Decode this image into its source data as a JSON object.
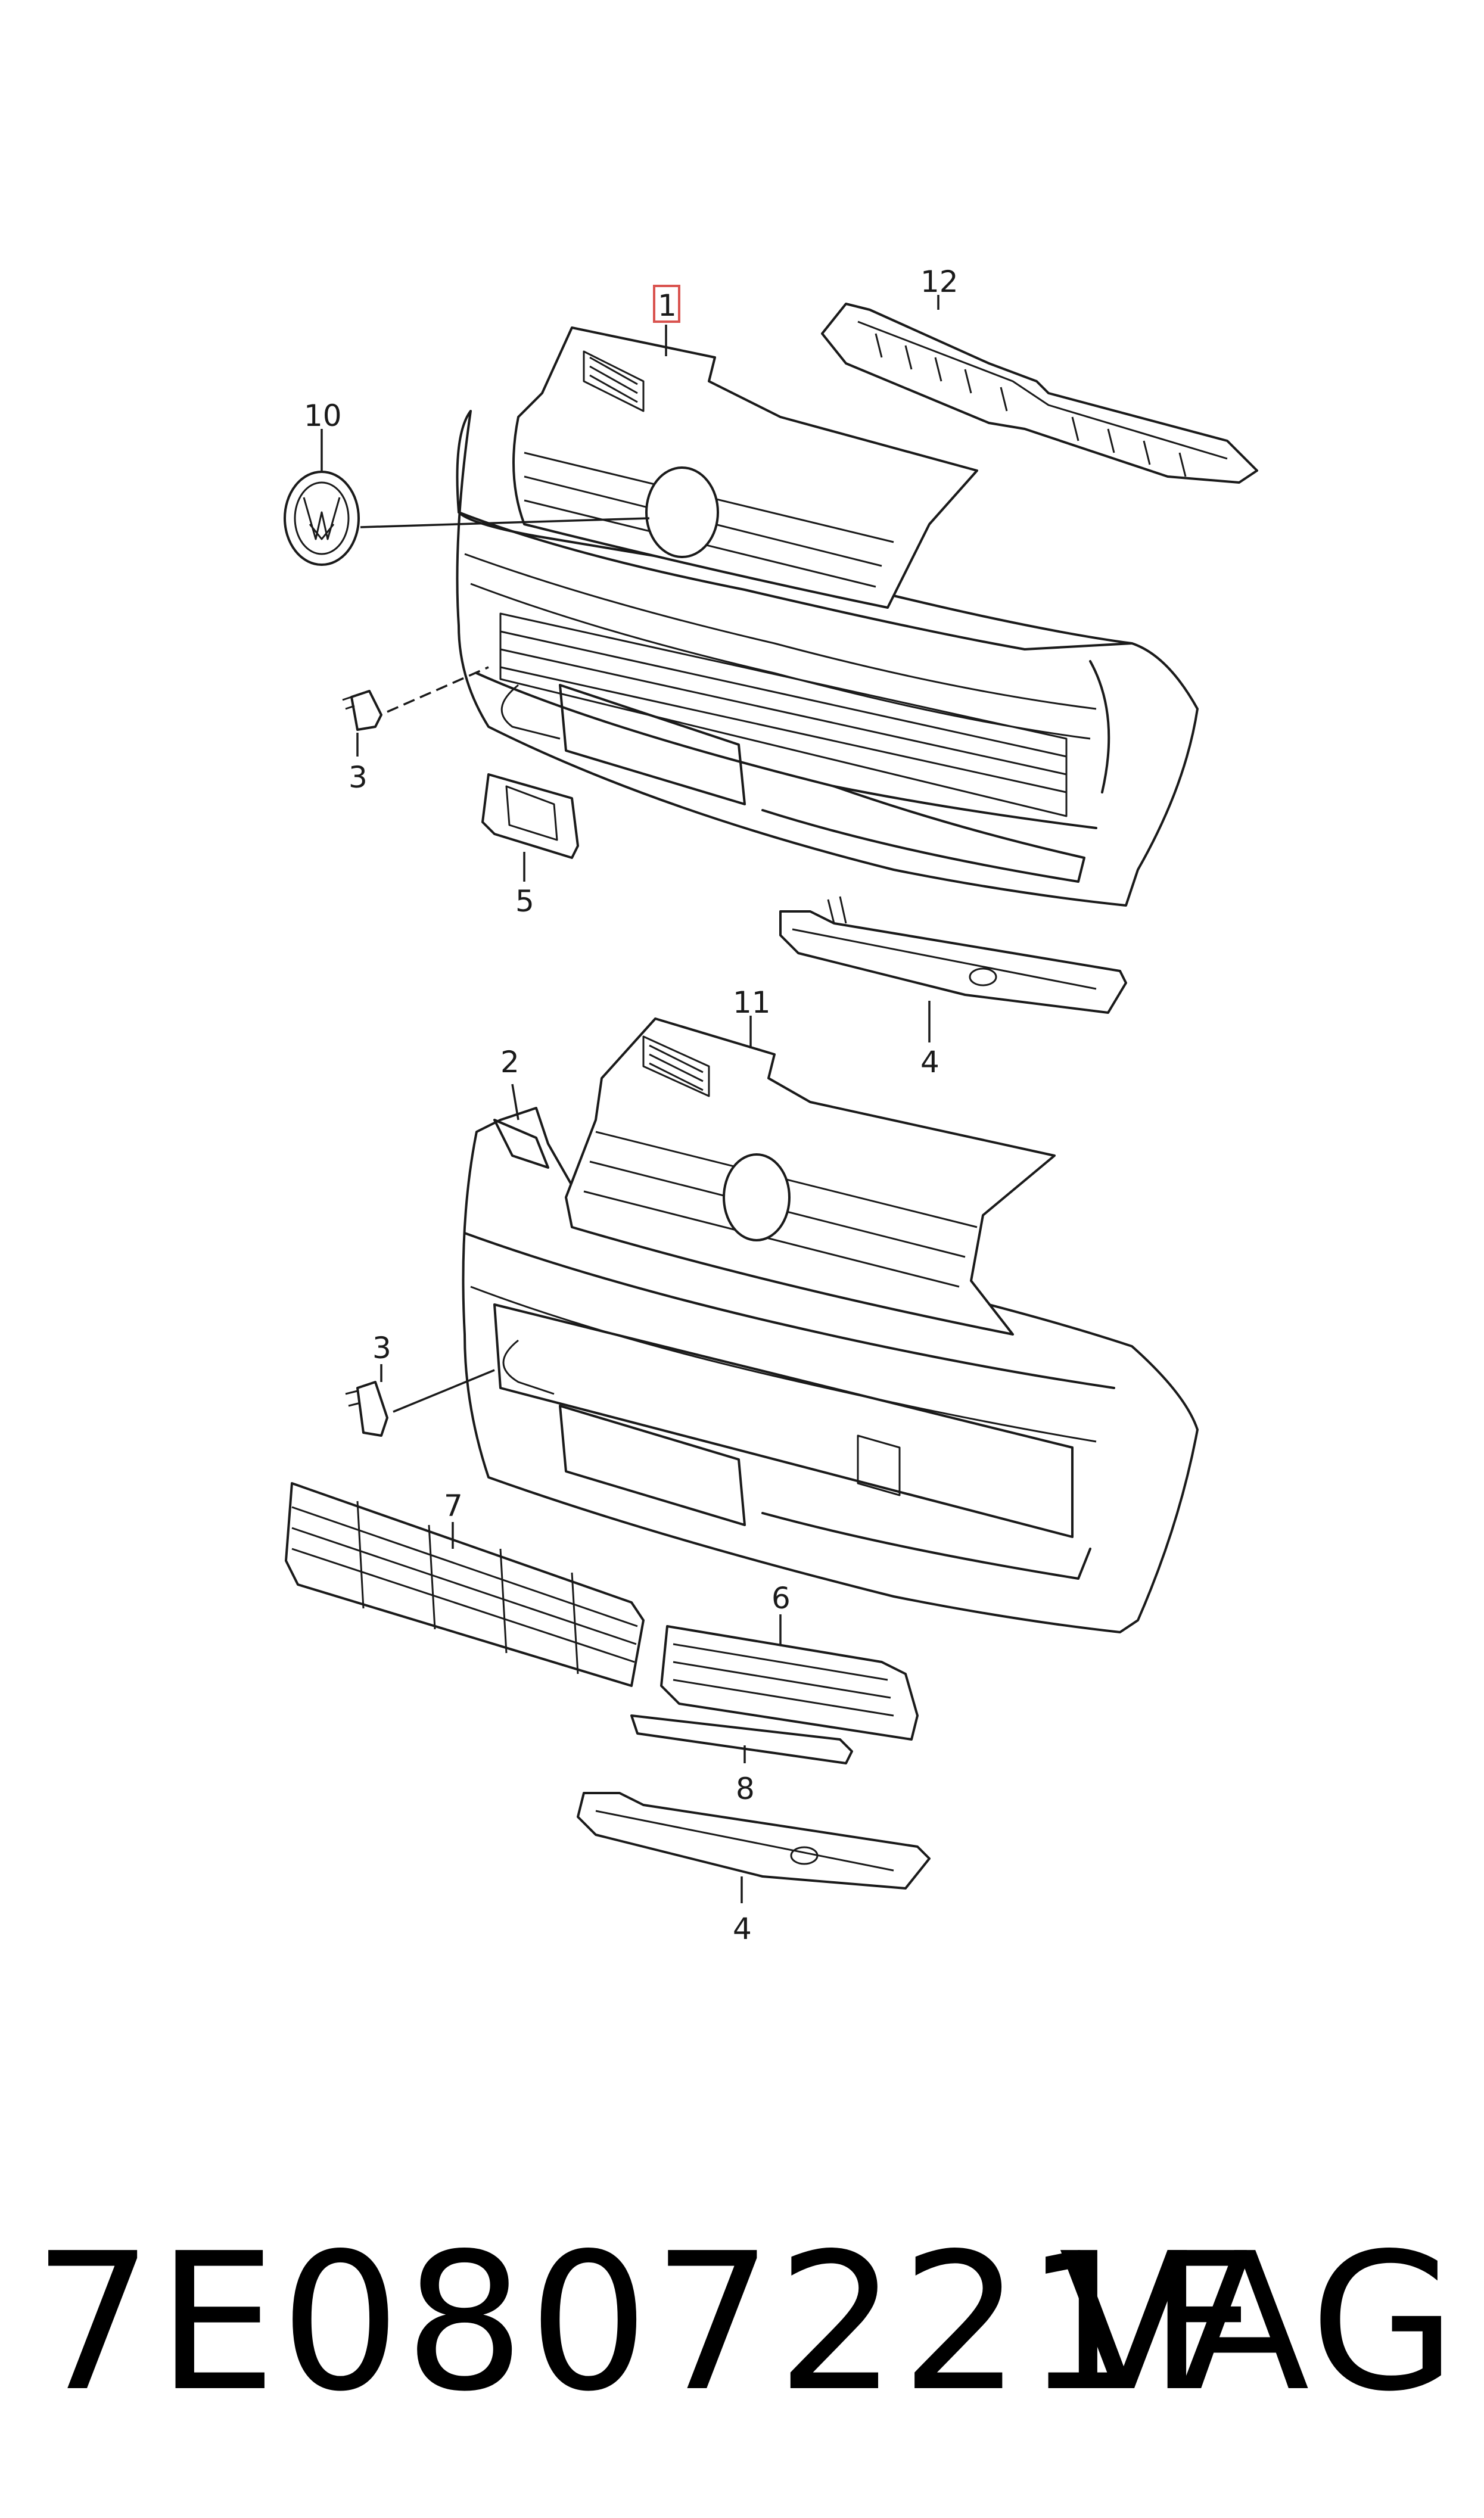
{
  "diagram": {
    "callouts": [
      {
        "id": "c1",
        "label": "1",
        "highlighted": true
      },
      {
        "id": "c12",
        "label": "12"
      },
      {
        "id": "c10",
        "label": "10"
      },
      {
        "id": "c3a",
        "label": "3"
      },
      {
        "id": "c5",
        "label": "5"
      },
      {
        "id": "c11",
        "label": "11"
      },
      {
        "id": "c4a",
        "label": "4"
      },
      {
        "id": "c2",
        "label": "2"
      },
      {
        "id": "c3b",
        "label": "3"
      },
      {
        "id": "c7",
        "label": "7"
      },
      {
        "id": "c6",
        "label": "6"
      },
      {
        "id": "c8",
        "label": "8"
      },
      {
        "id": "c4b",
        "label": "4"
      }
    ],
    "highlight_color": "#d9534f"
  },
  "footer": {
    "part_number": "7E0807221F",
    "brand": "VAG"
  }
}
